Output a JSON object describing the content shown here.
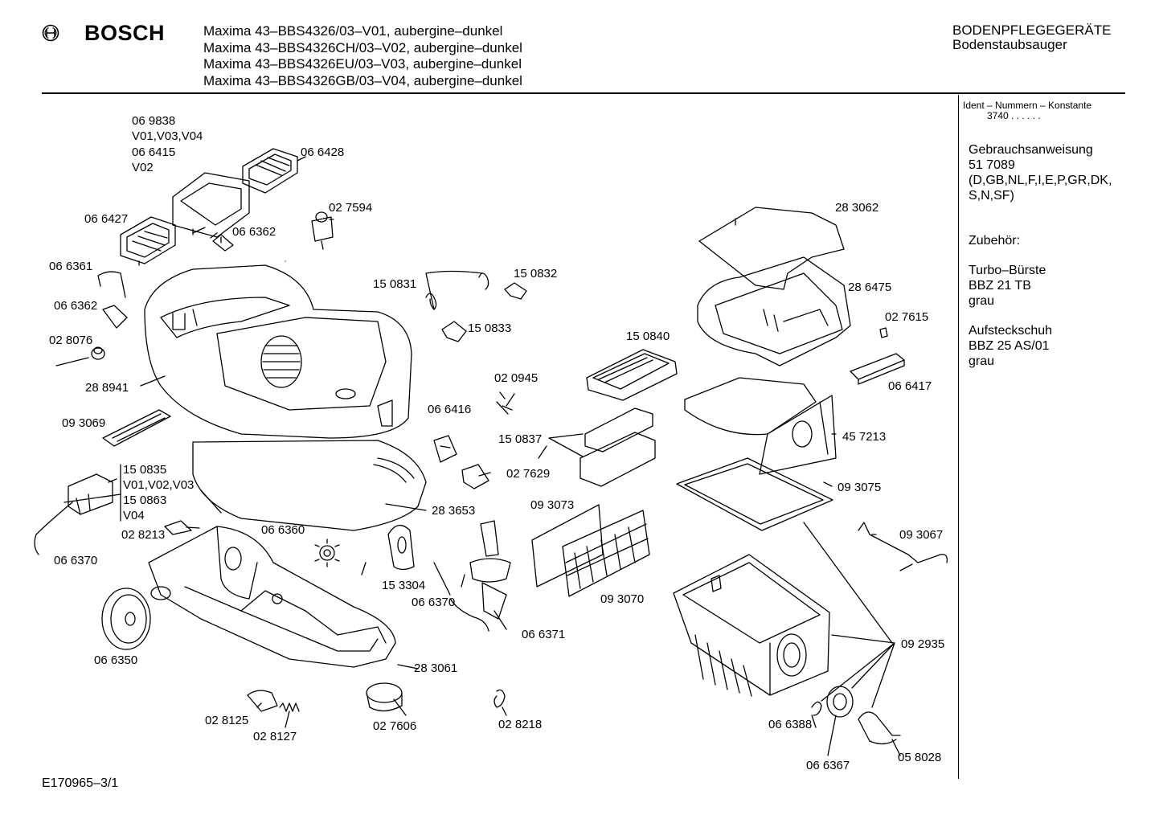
{
  "header": {
    "brand": "BOSCH",
    "models": [
      "Maxima 43–BBS4326/03–V01, aubergine–dunkel",
      "Maxima 43–BBS4326CH/03–V02, aubergine–dunkel",
      "Maxima 43–BBS4326EU/03–V03, aubergine–dunkel",
      "Maxima 43–BBS4326GB/03–V04, aubergine–dunkel"
    ],
    "category": "BODENPFLEGEGERÄTE",
    "subcategory": "Bodenstaubsauger"
  },
  "sidebar": {
    "ident_title": "Ident – Nummern – Konstante",
    "ident_value": "3740  . .   . . . .",
    "manual_title": "Gebrauchsanweisung",
    "manual_number": "51 7089",
    "manual_langs_1": "(D,GB,NL,F,I,E,P,GR,DK,",
    "manual_langs_2": "S,N,SF)",
    "accessories_title": "Zubehör:",
    "turbo_name": "Turbo–Bürste",
    "turbo_code": "BBZ 21 TB",
    "turbo_color": "grau",
    "shoe_name": "Aufsteckschuh",
    "shoe_code": "BBZ 25 AS/01",
    "shoe_color": "grau"
  },
  "parts": {
    "p069838": "06 9838",
    "v010304": "V01,V03,V04",
    "p066415": "06 6415",
    "v02": "V02",
    "p066428": "06 6428",
    "p027594": "02 7594",
    "p066427": "06 6427",
    "p066362a": "06 6362",
    "p066361": "06 6361",
    "p066362b": "06 6362",
    "p028076": "02 8076",
    "p288941": "28 8941",
    "p093069": "09 3069",
    "p150835": "15 0835",
    "v010203": "V01,V02,V03",
    "p150863": "15 0863",
    "v04": "V04",
    "p028213": "02 8213",
    "p066370a": "06 6370",
    "p066350": "06 6350",
    "p150831": "15 0831",
    "p150832": "15 0832",
    "p150833": "15 0833",
    "p020945": "02 0945",
    "p066416": "06 6416",
    "p150837": "15 0837",
    "p027629": "02 7629",
    "p283653": "28 3653",
    "p066360": "06 6360",
    "p153304": "15 3304",
    "p066370b": "06 6370",
    "p093073": "09 3073",
    "p093070": "09 3070",
    "p066371": "06 6371",
    "p283061": "28 3061",
    "p028125": "02 8125",
    "p028127": "02 8127",
    "p027606": "02 7606",
    "p028218": "02 8218",
    "p150840": "15 0840",
    "p283062": "28 3062",
    "p286475": "28 6475",
    "p027615": "02 7615",
    "p066417": "06 6417",
    "p457213": "45 7213",
    "p093075": "09 3075",
    "p093067": "09 3067",
    "p092935": "09 2935",
    "p066388": "06 6388",
    "p066367": "06 6367",
    "p058028": "05 8028"
  },
  "footer": {
    "drawing_number": "E170965–3/1"
  }
}
